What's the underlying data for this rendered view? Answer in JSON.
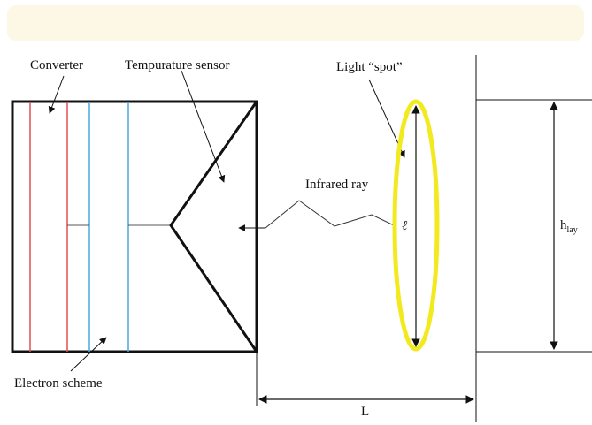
{
  "labels": {
    "converter": "Converter",
    "temperature_sensor": "Tempurature sensor",
    "light_spot": "Light “spot”",
    "infrared_ray": "Infrared ray",
    "electron_scheme": "Electron scheme",
    "l_symbol": "ℓ",
    "h_layer": "h",
    "h_layer_sub": "lay",
    "distance": "L"
  },
  "colors": {
    "converter_lines": "#e05050",
    "scheme_lines": "#4aa8e0",
    "light_spot": "#f2ea1e",
    "banner": "#fdf7e6"
  }
}
